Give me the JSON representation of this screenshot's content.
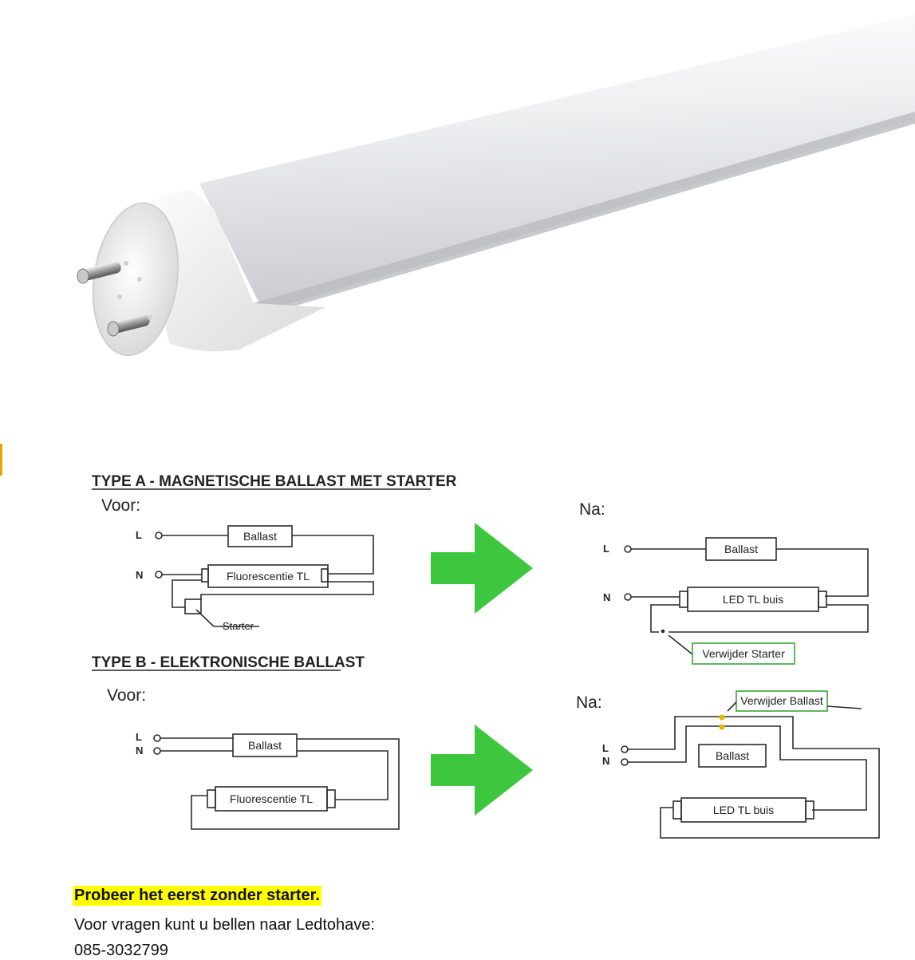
{
  "diagram": {
    "type_a": {
      "title": "TYPE A - MAGNETISCHE BALLAST MET STARTER",
      "before_label": "Voor:",
      "after_label": "Na:",
      "before": {
        "L": "L",
        "N": "N",
        "ballast": "Ballast",
        "tube": "Fluorescentie TL",
        "starter": "Starter"
      },
      "after": {
        "L": "L",
        "N": "N",
        "ballast": "Ballast",
        "tube": "LED TL buis",
        "note": "Verwijder Starter"
      }
    },
    "type_b": {
      "title": "TYPE B - ELEKTRONISCHE BALLAST",
      "before_label": "Voor:",
      "after_label": "Na:",
      "before": {
        "L": "L",
        "N": "N",
        "ballast": "Ballast",
        "tube": "Fluorescentie TL"
      },
      "after": {
        "L": "L",
        "N": "N",
        "ballast": "Ballast",
        "tube": "LED TL buis",
        "note": "Verwijder Ballast"
      }
    },
    "colors": {
      "arrow": "#3ec63e",
      "note_border": "#3aa63a",
      "line": "#2b2b2b"
    }
  },
  "notes": {
    "highlight": "Probeer het eerst zonder starter.",
    "contact": "Voor vragen kunt u bellen naar Ledtohave:",
    "phone": "085-3032799"
  }
}
